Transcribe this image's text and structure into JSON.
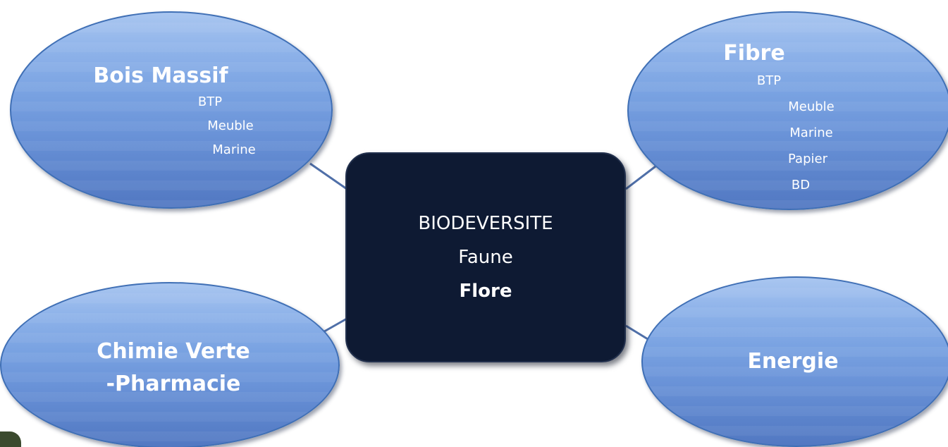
{
  "center": {
    "lines": [
      "BIODEVERSITE",
      "Faune",
      "Flore"
    ]
  },
  "nodes": {
    "bois_massif": {
      "title": "Bois Massif",
      "items": [
        "BTP",
        "Meuble",
        "Marine"
      ]
    },
    "fibre": {
      "title": "Fibre",
      "items": [
        "BTP",
        "Meuble",
        "Marine",
        "Papier",
        "BD"
      ]
    },
    "chimie_verte": {
      "title_lines": [
        "Chimie Verte",
        "-Pharmacie"
      ]
    },
    "energie": {
      "title": "Energie"
    }
  },
  "colors": {
    "ellipse_fill": "#7aa3e2",
    "ellipse_border": "#3f6fb5",
    "center_fill": "#0e1a33",
    "connector": "#4f6fa8",
    "text": "#ffffff"
  }
}
